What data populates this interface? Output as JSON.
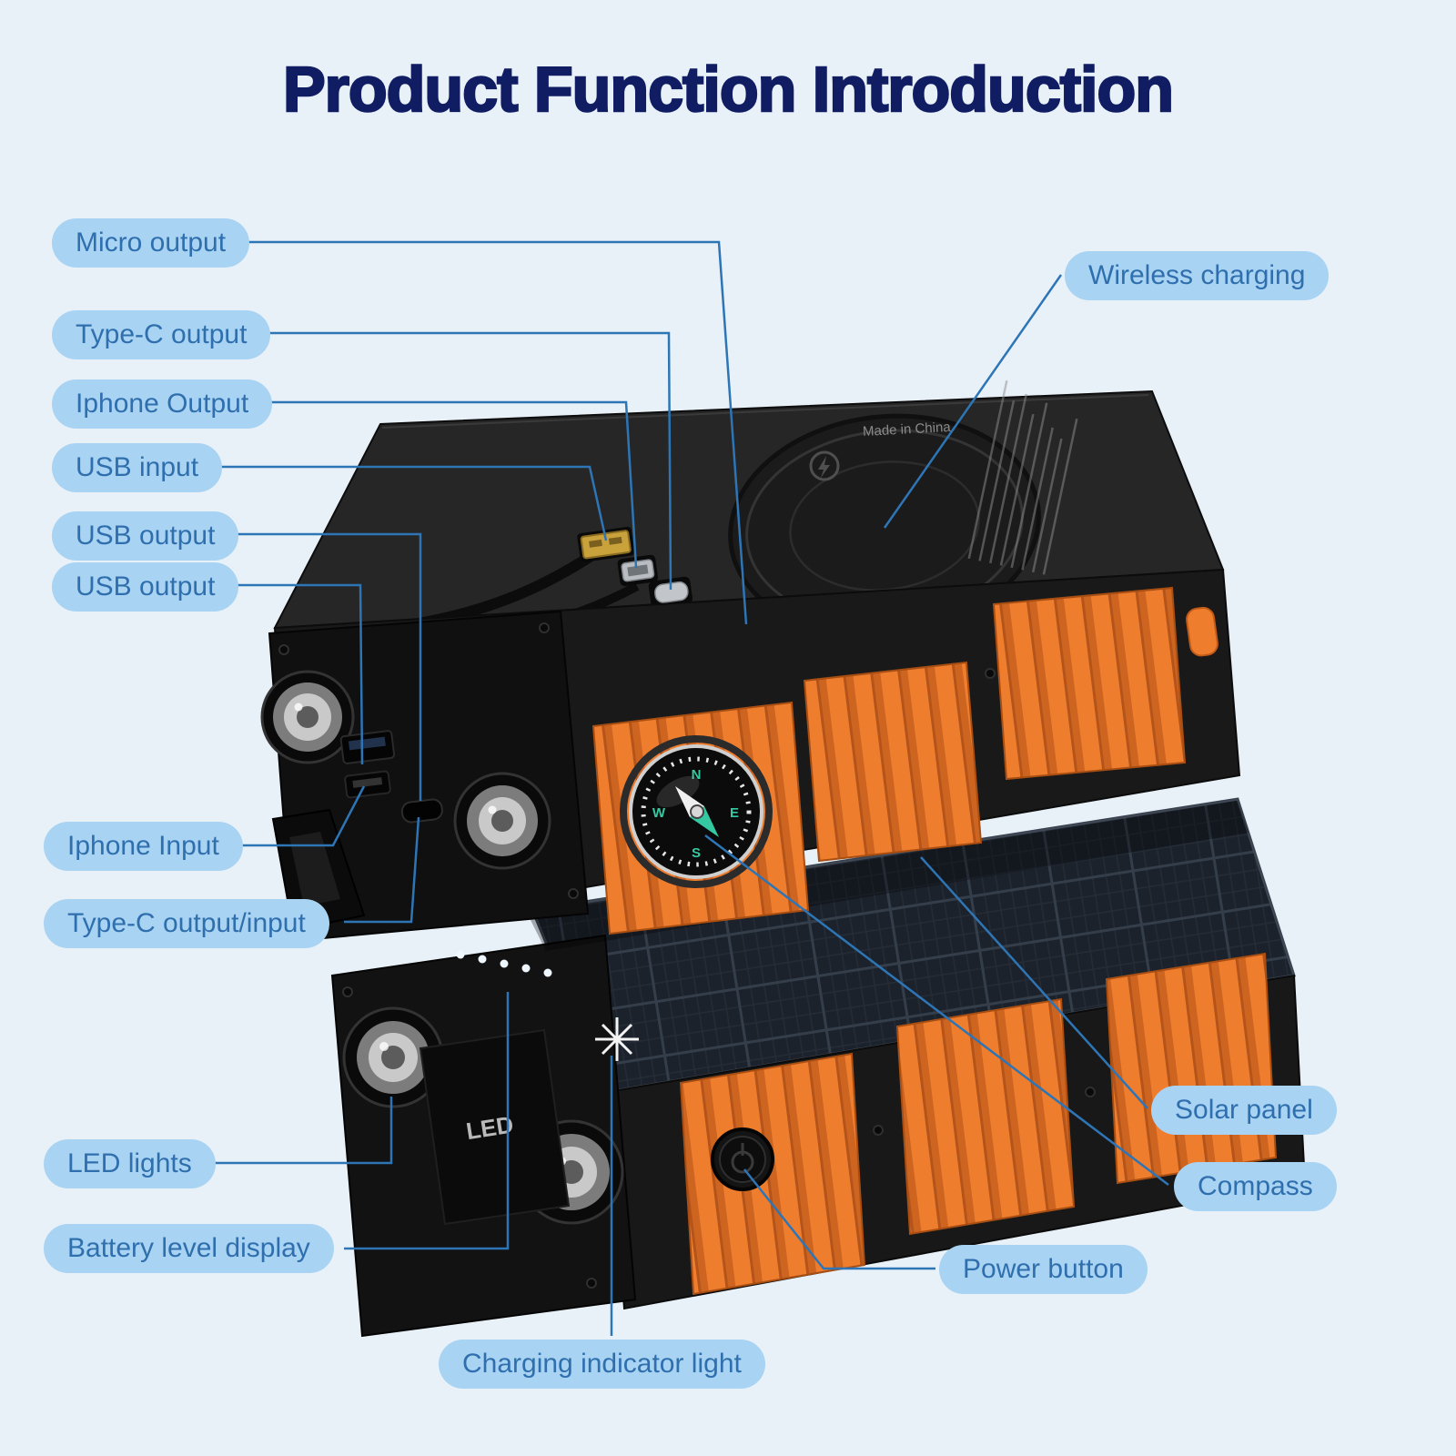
{
  "title": "Product Function Introduction",
  "labels": [
    {
      "id": "micro-output",
      "text": "Micro output"
    },
    {
      "id": "type-c-output",
      "text": "Type-C output"
    },
    {
      "id": "iphone-output",
      "text": "Iphone Output"
    },
    {
      "id": "usb-input",
      "text": "USB input"
    },
    {
      "id": "usb-output-top",
      "text": "USB output"
    },
    {
      "id": "usb-output-bottom",
      "text": "USB output"
    },
    {
      "id": "iphone-input",
      "text": "Iphone Input"
    },
    {
      "id": "type-c-output-input",
      "text": "Type-C output/input"
    },
    {
      "id": "led-lights",
      "text": "LED lights"
    },
    {
      "id": "battery-level-display",
      "text": "Battery level display"
    },
    {
      "id": "charging-indicator-light",
      "text": "Charging indicator light"
    },
    {
      "id": "wireless-charging",
      "text": "Wireless charging"
    },
    {
      "id": "solar-panel",
      "text": "Solar panel"
    },
    {
      "id": "compass",
      "text": "Compass"
    },
    {
      "id": "power-button",
      "text": "Power button"
    }
  ],
  "product_marks": {
    "made_in_china": "Made in China",
    "led": "LED",
    "compass_n": "N",
    "compass_e": "E",
    "compass_s": "S",
    "compass_w": "W"
  },
  "colors": {
    "background": "#e9f1f8",
    "title": "#101d63",
    "label_bg": "#a9d3f2",
    "label_text": "#2f6fae",
    "leader_line": "#2e75b6",
    "body_dark": "#1a1a1a",
    "accent_orange": "#ef7d2e",
    "compass_accent": "#35c9a2"
  }
}
